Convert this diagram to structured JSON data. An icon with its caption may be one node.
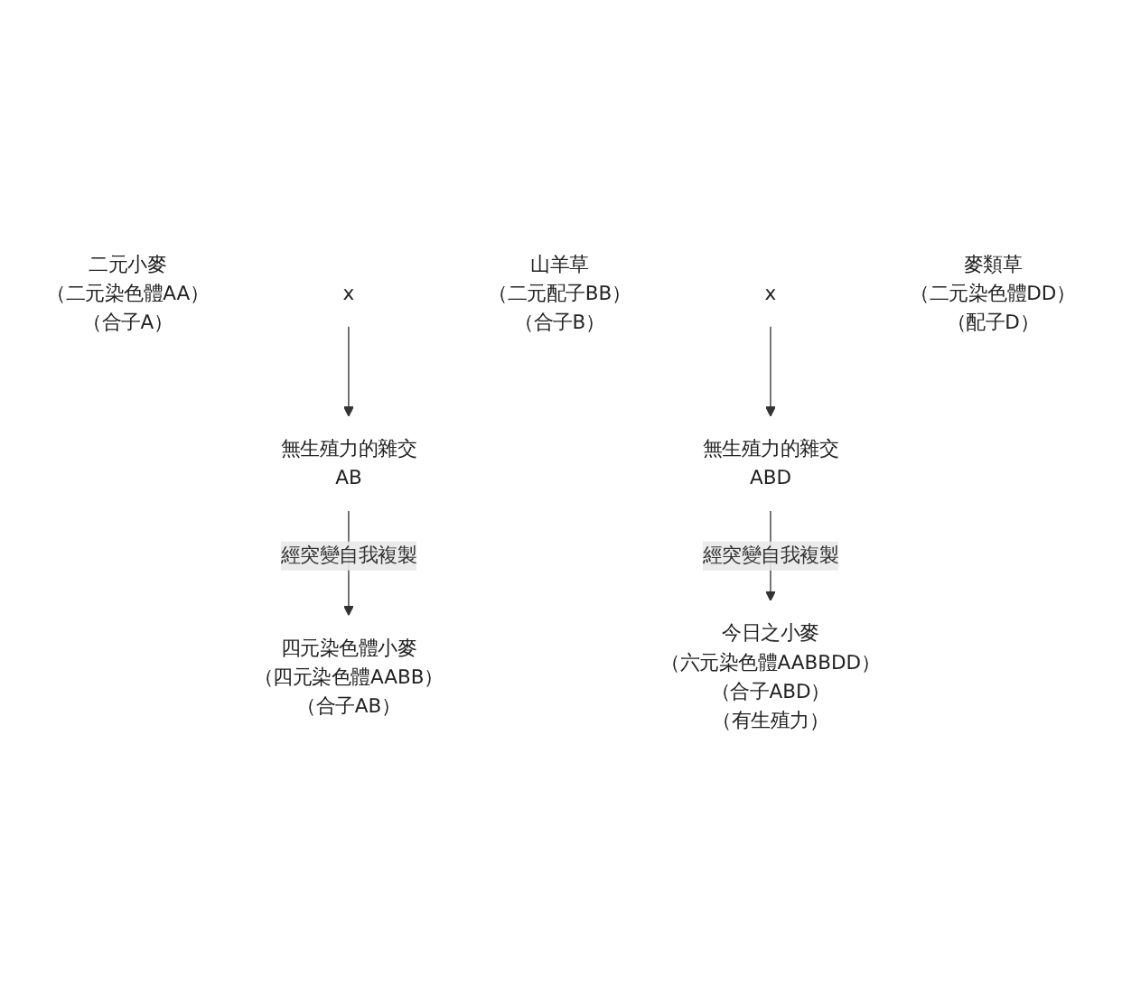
{
  "diagram": {
    "nodes": [
      {
        "text": [
          "二元小麥",
          "（二元染色體AA）",
          "（合子A）"
        ]
      },
      {
        "text": [
          "x"
        ]
      },
      {
        "text": [
          "山羊草",
          "（二元配子BB）",
          "（合子B）"
        ]
      },
      {
        "text": [
          "無生殖力的雜交",
          "AB"
        ]
      },
      {
        "text": [
          "四元染色體小麥",
          "（四元染色體AABB）",
          "（合子AB）"
        ]
      },
      {
        "text": [
          "x"
        ]
      },
      {
        "text": [
          "麥類草",
          "（二元染色體DD）",
          "（配子D）"
        ]
      },
      {
        "text": [
          "無生殖力的雜交",
          "ABD"
        ]
      },
      {
        "text": [
          "今日之小麥",
          "（六元染色體AABBDD）",
          "（合子ABD）",
          "（有生殖力）"
        ]
      }
    ],
    "edges": [
      {
        "from": 1,
        "to": 3,
        "arrow": "to"
      },
      {
        "from": 3,
        "to": 4,
        "arrow": "to",
        "label": "經突變自我複製"
      },
      {
        "from": 5,
        "to": 7,
        "arrow": "to"
      },
      {
        "from": 7,
        "to": 8,
        "arrow": "to",
        "label": "經突變自我複製"
      }
    ]
  }
}
